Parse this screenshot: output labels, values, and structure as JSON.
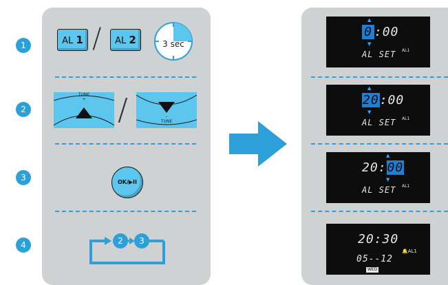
{
  "steps": [
    "1",
    "2",
    "3",
    "4"
  ],
  "step1": {
    "al1_prefix": "AL",
    "al1_num": "1",
    "al2_prefix": "AL",
    "al2_num": "2",
    "separator": "/",
    "timer_label": "3 sec"
  },
  "step2": {
    "tune_plus_label": "TUNE",
    "tune_plus_sign": "+",
    "tune_minus_label": "TUNE",
    "tune_minus_sign": "–",
    "separator": "/"
  },
  "step3": {
    "button_label": "OK/▶II"
  },
  "step4": {
    "loop_items": [
      "2",
      "3"
    ]
  },
  "displays": [
    {
      "hour": "0",
      "sep": ":",
      "minute": "00",
      "line2": "AL SET",
      "tag": "AL1"
    },
    {
      "hour": "20",
      "sep": ":",
      "minute": "00",
      "line2": "AL SET",
      "tag": "AL1"
    },
    {
      "hour": "20",
      "sep": ":",
      "minute": "00",
      "line2": "AL SET",
      "tag": "AL1"
    },
    {
      "time": "20:30",
      "date": "05--12",
      "tag": "AL1",
      "day": "WED"
    }
  ],
  "colors": {
    "accent": "#2d9fd9",
    "button": "#5dc6ee",
    "panel": "#cfd2d3",
    "lcd": "#0d0d0d",
    "highlight": "#1f7fd6"
  }
}
